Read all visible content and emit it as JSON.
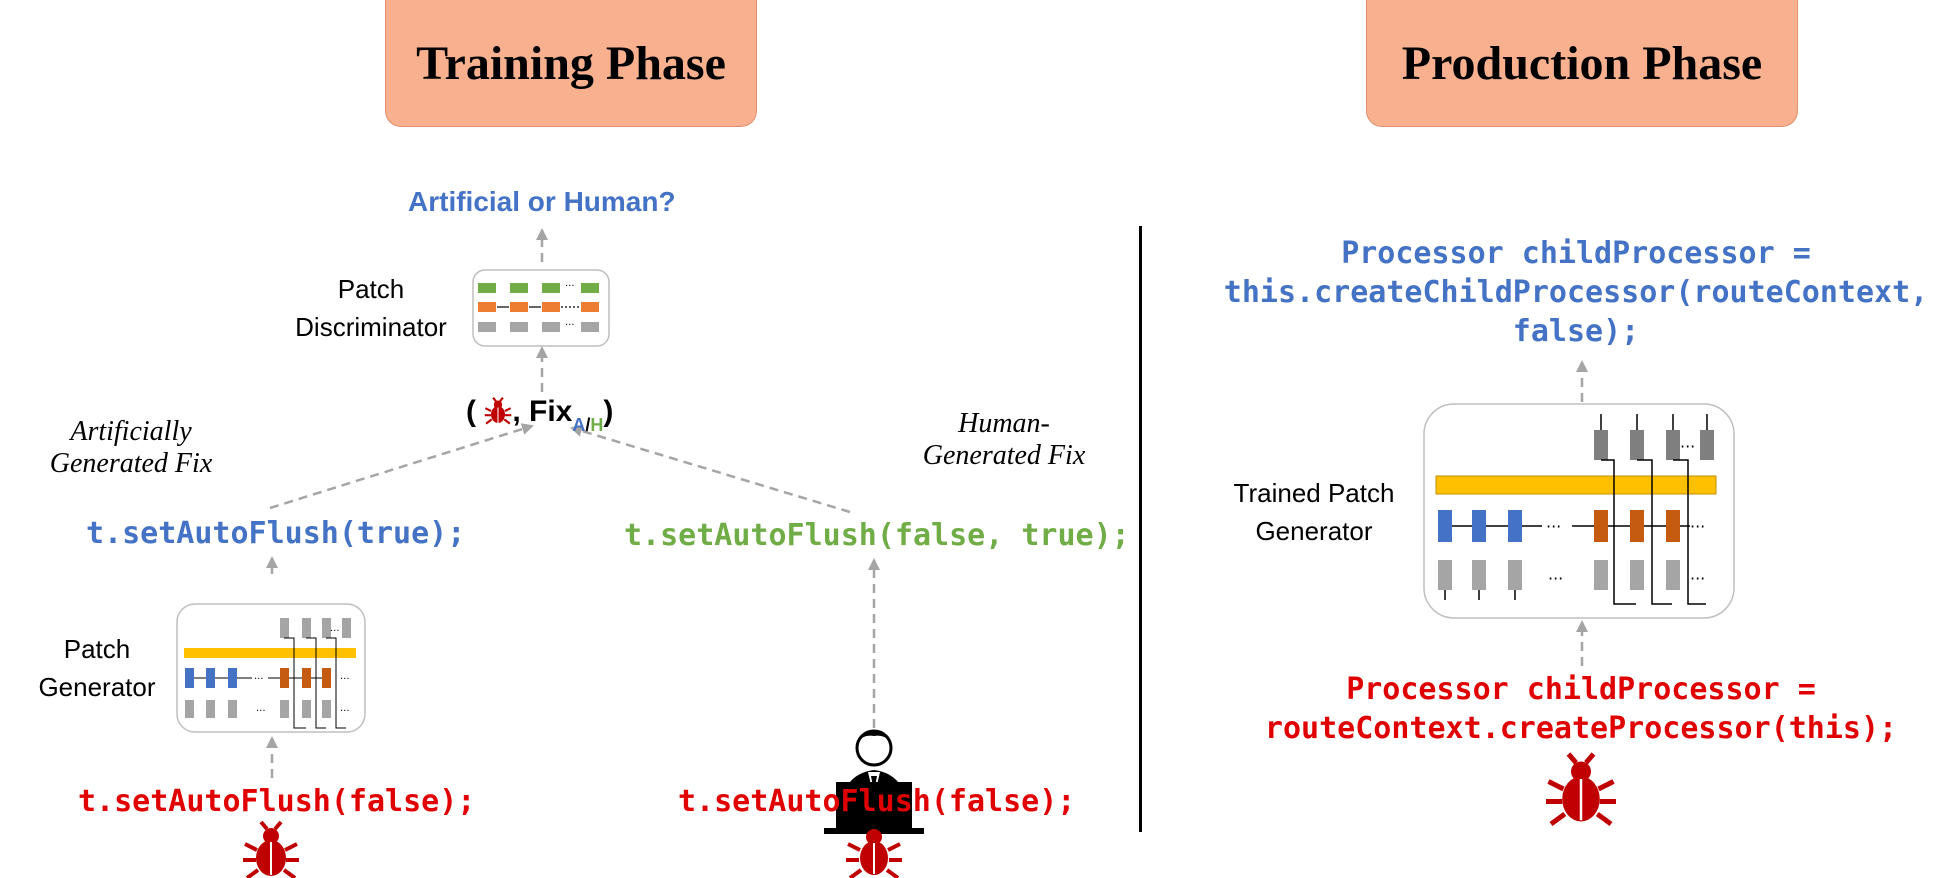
{
  "training": {
    "title": "Training Phase",
    "question": "Artificial or Human?",
    "discriminator_label": [
      "Patch",
      "Discriminator"
    ],
    "pair": {
      "open": "(",
      "sep": ", ",
      "fix": "Fix",
      "a": "A",
      "slash": "/",
      "h": "H",
      "close": ")"
    },
    "artificial_label": [
      "Artificially",
      "Generated Fix"
    ],
    "human_label": [
      "Human-",
      "Generated Fix"
    ],
    "artificial_fix": "t.setAutoFlush(true);",
    "human_fix": "t.setAutoFlush(false, true);",
    "generator_label": [
      "Patch",
      "Generator"
    ],
    "buggy_left": "t.setAutoFlush(false);",
    "buggy_right": "t.setAutoFlush(false);"
  },
  "production": {
    "title": "Production Phase",
    "fixed_code": [
      "Processor childProcessor =",
      "this.createChildProcessor(routeContext,",
      "false);"
    ],
    "generator_label": [
      "Trained Patch",
      "Generator"
    ],
    "buggy_code": [
      "Processor childProcessor =",
      "routeContext.createProcessor(this);"
    ]
  },
  "colors": {
    "blue": "#4472c4",
    "green": "#70ad47",
    "red": "#e00000",
    "orange": "#ed7d31",
    "gray": "#a5a5a5",
    "yellow": "#ffc000",
    "phase_fill": "#f8b08f"
  },
  "icons": [
    "bug-icon",
    "developer-icon"
  ]
}
